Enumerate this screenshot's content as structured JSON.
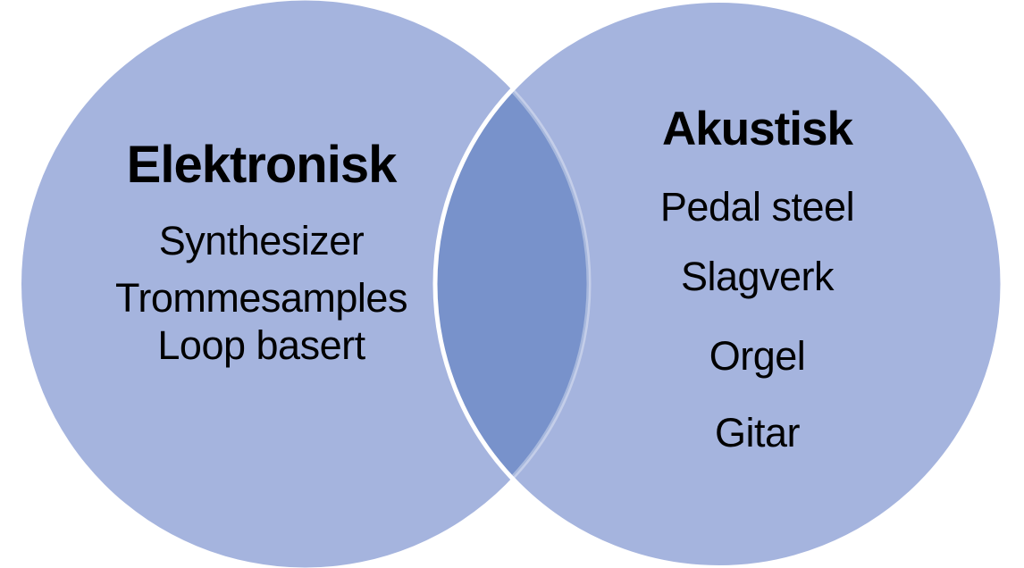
{
  "diagram": {
    "type": "venn",
    "background_color": "#ffffff",
    "circle_fill": "#a5b4de",
    "overlap_fill": "#7892cb",
    "divider_color": "#ffffff",
    "text_color": "#000000",
    "left_circle": {
      "title": "Elektronisk",
      "items": [
        "Synthesizer",
        "Trommesamples",
        "Loop basert"
      ]
    },
    "right_circle": {
      "title": "Akustisk",
      "items": [
        "Pedal steel",
        "Slagverk",
        "Orgel",
        "Gitar"
      ]
    }
  }
}
